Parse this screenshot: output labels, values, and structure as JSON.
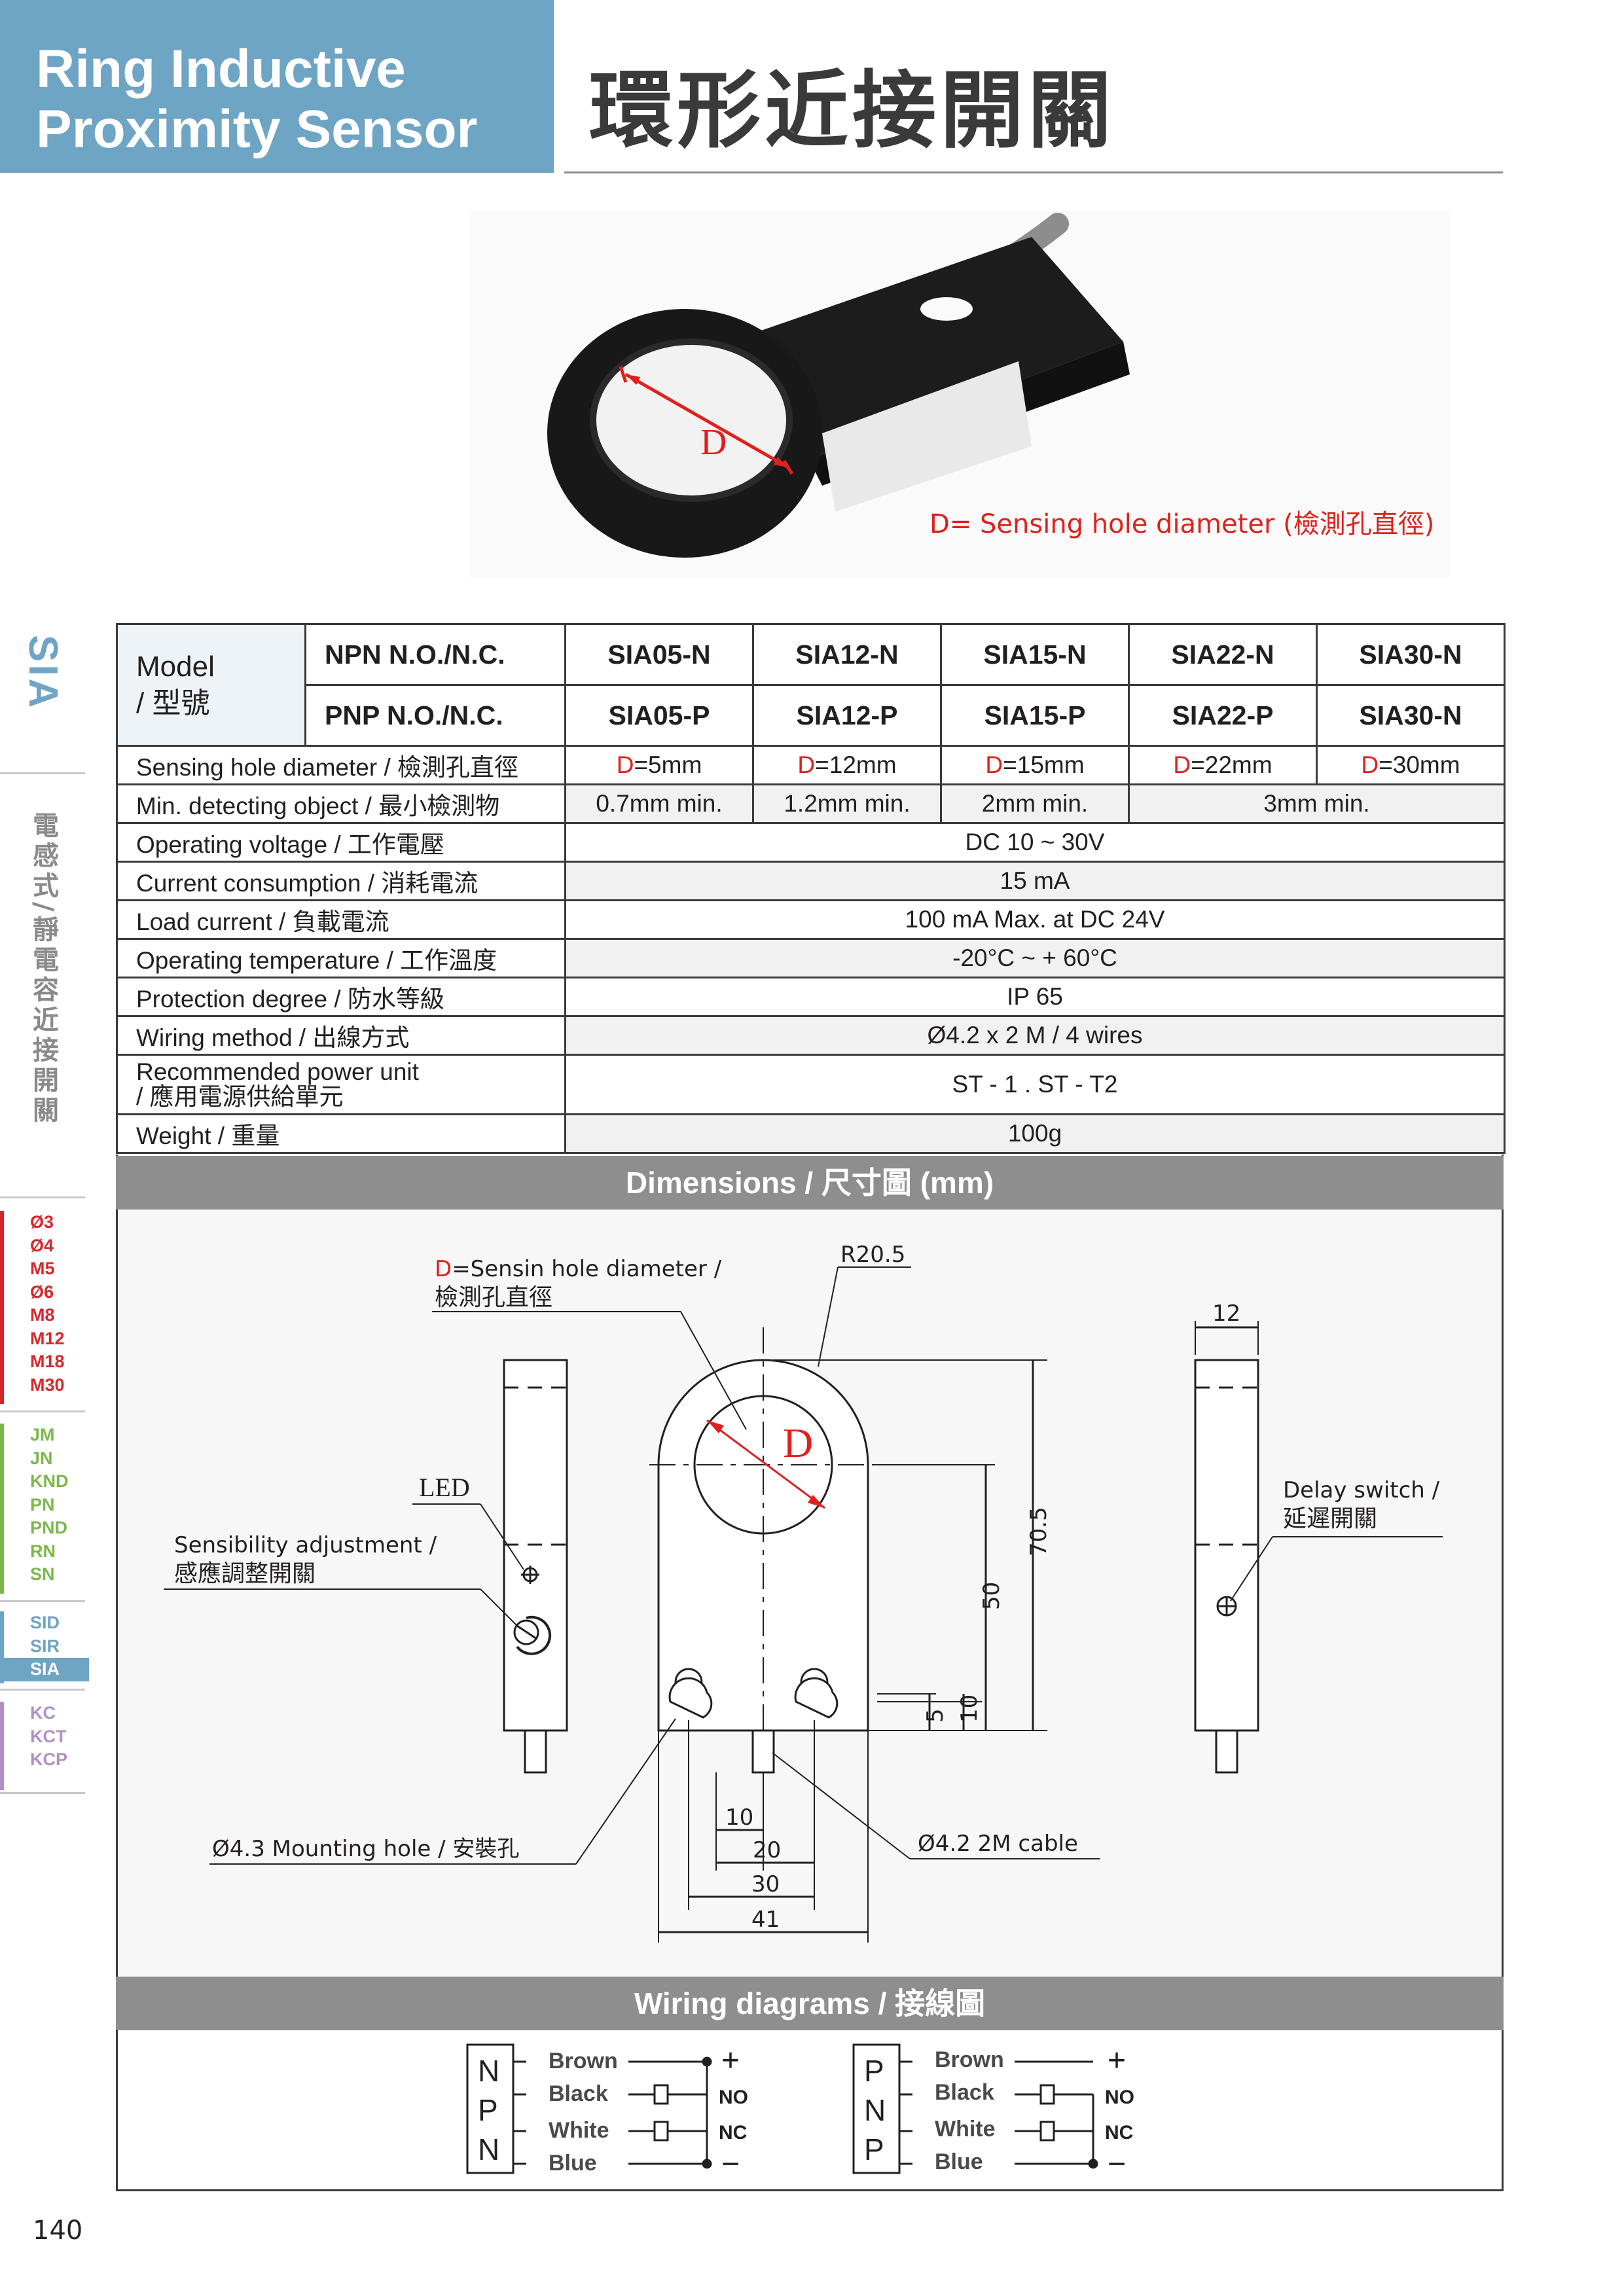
{
  "header": {
    "title_en_line1": "Ring Inductive",
    "title_en_line2": "Proximity Sensor",
    "title_zh": "環形近接開關"
  },
  "photo": {
    "d_label": "D",
    "caption": "D= Sensing hole diameter (檢測孔直徑)"
  },
  "side": {
    "series_code": "SIA",
    "category_zh": "電感式/靜電容近接開關",
    "groups": [
      {
        "color": "#d9262c",
        "items": [
          "Ø3",
          "Ø4",
          "M5",
          "Ø6",
          "M8",
          "M12",
          "M18",
          "M30"
        ]
      },
      {
        "color": "#7bb84a",
        "items": [
          "JM",
          "JN",
          "KND",
          "PN",
          "PND",
          "RN",
          "SN"
        ]
      },
      {
        "color": "#6ea4c4",
        "items": [
          "SID",
          "SIR",
          "SIA"
        ],
        "active": "SIA"
      },
      {
        "color": "#b28fc6",
        "items": [
          "KC",
          "KCT",
          "KCP"
        ]
      }
    ]
  },
  "table": {
    "model_label": "Model",
    "model_label_zh": "/ 型號",
    "npn_label": "NPN N.O./N.C.",
    "pnp_label": "PNP N.O./N.C.",
    "npn_models": [
      "SIA05-N",
      "SIA12-N",
      "SIA15-N",
      "SIA22-N",
      "SIA30-N"
    ],
    "pnp_models": [
      "SIA05-P",
      "SIA12-P",
      "SIA15-P",
      "SIA22-P",
      "SIA30-N"
    ],
    "hole_label": "Sensing hole diameter / 檢測孔直徑",
    "hole_prefix": "D",
    "hole_values": [
      "=5mm",
      "=12mm",
      "=15mm",
      "=22mm",
      "=30mm"
    ],
    "min_obj_label": "Min. detecting object / 最小檢測物",
    "min_obj_values": [
      "0.7mm min.",
      "1.2mm min.",
      "2mm min.",
      "3mm min."
    ],
    "rows": [
      {
        "label": "Operating voltage / 工作電壓",
        "value": "DC 10 ~ 30V"
      },
      {
        "label": "Current consumption / 消耗電流",
        "value": "15 mA"
      },
      {
        "label": "Load current / 負載電流",
        "value": "100 mA Max. at DC 24V"
      },
      {
        "label": "Operating temperature / 工作溫度",
        "value": "-20°C ~ + 60°C"
      },
      {
        "label": "Protection degree / 防水等級",
        "value": "IP 65"
      },
      {
        "label": "Wiring method / 出線方式",
        "value": "Ø4.2 x 2 M / 4 wires"
      }
    ],
    "power_label_1": "Recommended power unit",
    "power_label_2": "/ 應用電源供給單元",
    "power_value": "ST - 1 . ST - T2",
    "weight_label": "Weight / 重量",
    "weight_value": "100g"
  },
  "dimensions": {
    "title": "Dimensions / 尺寸圖 (mm)",
    "d_prefix": "D",
    "d_note_1": "=Sensin hole diameter /",
    "d_note_2": "檢測孔直徑",
    "radius": "R20.5",
    "d_center": "D",
    "led": "LED",
    "sens_1": "Sensibility adjustment /",
    "sens_2": "感應調整開關",
    "width_12": "12",
    "delay_1": "Delay switch /",
    "delay_2": "延遲開關",
    "h_705": "70.5",
    "h_50": "50",
    "h_10": "10",
    "h_5": "5",
    "w_10": "10",
    "w_20": "20",
    "w_30": "30",
    "w_41": "41",
    "mount": "Ø4.3 Mounting hole / 安裝孔",
    "cable": "Ø4.2 2M cable"
  },
  "wiring": {
    "title": "Wiring diagrams / 接線圖",
    "npn_letters": [
      "N",
      "P",
      "N"
    ],
    "pnp_letters": [
      "P",
      "N",
      "P"
    ],
    "wires": [
      "Brown",
      "Black",
      "White",
      "Blue"
    ],
    "plus": "+",
    "no": "NO",
    "nc": "NC",
    "minus": "−"
  },
  "page_number": "140"
}
